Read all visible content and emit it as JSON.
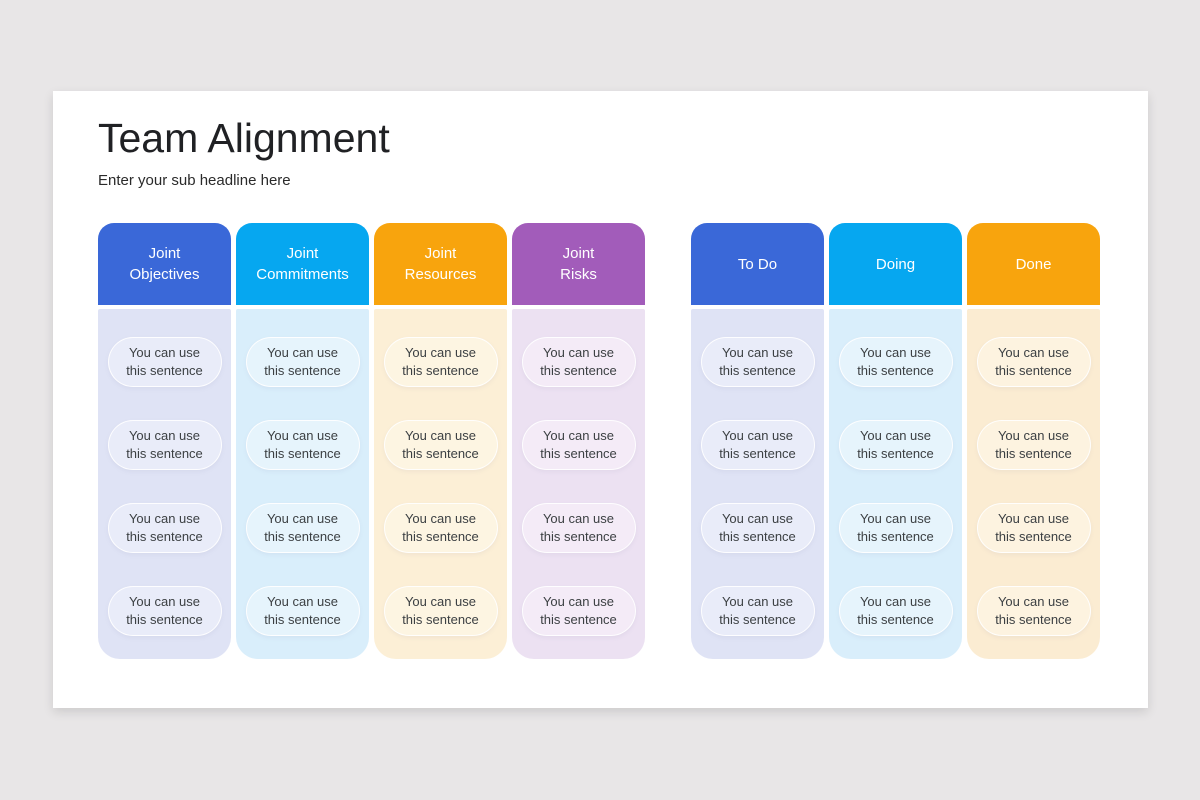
{
  "colors": {
    "canvas_bg": "#e8e6e7",
    "slide_bg": "#ffffff",
    "title_text": "#202124",
    "pill_text": "#3c4043",
    "blue": "#3a68d8",
    "cyan": "#06a7f0",
    "orange": "#f8a40d",
    "purple": "#a25cba"
  },
  "slide": {
    "title": "Team Alignment",
    "subtitle": "Enter your sub headline here"
  },
  "groups": [
    {
      "name": "alignment",
      "columns": [
        {
          "label": "Joint\nObjectives",
          "header_color": "#3a68d8",
          "body_color": "#dfe3f5",
          "pill_color": "#e9ecf9",
          "items": [
            "You can use\nthis sentence",
            "You can use\nthis sentence",
            "You can use\nthis sentence",
            "You can use\nthis sentence"
          ]
        },
        {
          "label": "Joint\nCommitments",
          "header_color": "#06a7f0",
          "body_color": "#d9eefb",
          "pill_color": "#e6f4fc",
          "items": [
            "You can use\nthis sentence",
            "You can use\nthis sentence",
            "You can use\nthis sentence",
            "You can use\nthis sentence"
          ]
        },
        {
          "label": "Joint\nResources",
          "header_color": "#f8a40d",
          "body_color": "#fcefd6",
          "pill_color": "#fdf5e2",
          "items": [
            "You can use\nthis sentence",
            "You can use\nthis sentence",
            "You can use\nthis sentence",
            "You can use\nthis sentence"
          ]
        },
        {
          "label": "Joint\nRisks",
          "header_color": "#a25cba",
          "body_color": "#ece1f2",
          "pill_color": "#f4ebf7",
          "items": [
            "You can use\nthis sentence",
            "You can use\nthis sentence",
            "You can use\nthis sentence",
            "You can use\nthis sentence"
          ]
        }
      ]
    },
    {
      "name": "kanban",
      "columns": [
        {
          "label": "To Do",
          "header_color": "#3a68d8",
          "body_color": "#dfe3f5",
          "pill_color": "#e9ecf9",
          "items": [
            "You can use\nthis sentence",
            "You can use\nthis sentence",
            "You can use\nthis sentence",
            "You can use\nthis sentence"
          ]
        },
        {
          "label": "Doing",
          "header_color": "#06a7f0",
          "body_color": "#d9eefb",
          "pill_color": "#e6f4fc",
          "items": [
            "You can use\nthis sentence",
            "You can use\nthis sentence",
            "You can use\nthis sentence",
            "You can use\nthis sentence"
          ]
        },
        {
          "label": "Done",
          "header_color": "#f8a40d",
          "body_color": "#fbecd2",
          "pill_color": "#fdf3e0",
          "items": [
            "You can use\nthis sentence",
            "You can use\nthis sentence",
            "You can use\nthis sentence",
            "You can use\nthis sentence"
          ]
        }
      ]
    }
  ]
}
